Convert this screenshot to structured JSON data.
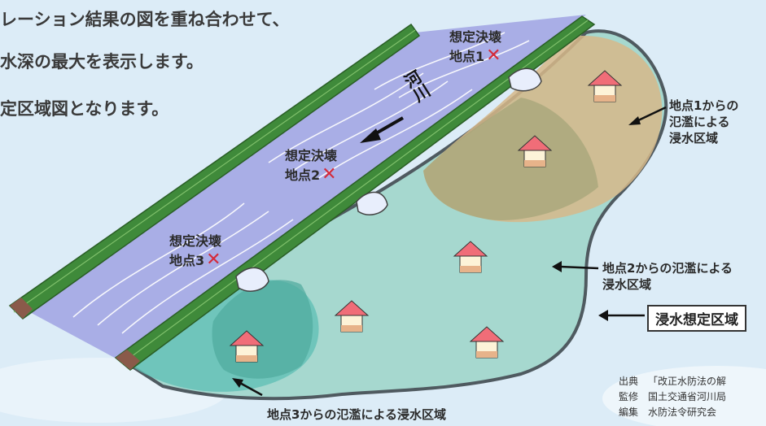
{
  "intro": {
    "line1": "レーション結果の図を重ね合わせて、",
    "line2": "水深の最大を表示します。",
    "line3": "定区域図となります。"
  },
  "river": {
    "name": "河川"
  },
  "breach_sites": [
    {
      "label": "想定決壊",
      "point": "地点1",
      "mark": "✕"
    },
    {
      "label": "想定決壊",
      "point": "地点2",
      "mark": "✕"
    },
    {
      "label": "想定決壊",
      "point": "地点3",
      "mark": "✕"
    }
  ],
  "areas": {
    "area1": [
      "地点1からの",
      "氾濫による",
      "浸水区域"
    ],
    "area2": [
      "地点2からの氾濫による",
      "浸水区域"
    ],
    "area3": "地点3からの氾濫による浸水区域",
    "total": "浸水想定区域"
  },
  "source": {
    "rows": [
      {
        "key": "出典",
        "value": "「改正水防法の解"
      },
      {
        "key": "監修",
        "value": "国土交通省河川局"
      },
      {
        "key": "編集",
        "value": "水防法令研究会"
      }
    ]
  },
  "colors": {
    "river": "#a9aee6",
    "levee": "#3f8a3a",
    "area1": "#d6b88a",
    "area2": "#a6d8cf",
    "area3": "#62c0b5",
    "house_roof": "#f06d78",
    "breach_mark": "#d42a3a"
  }
}
